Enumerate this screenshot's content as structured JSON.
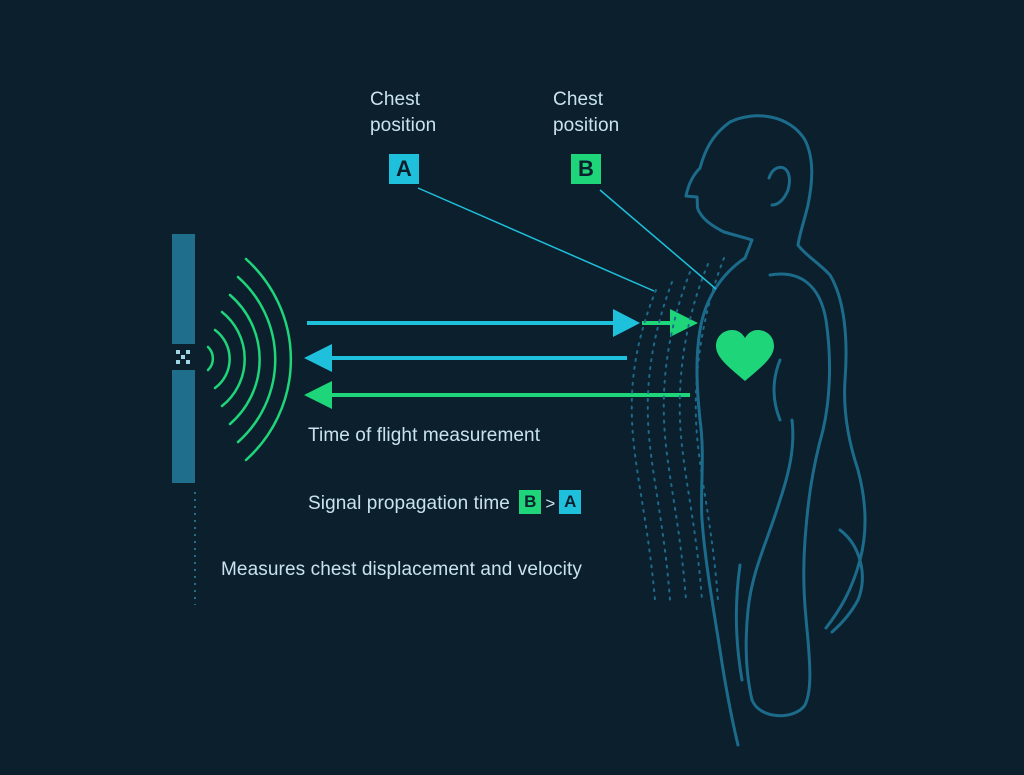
{
  "colors": {
    "background": "#0b1f2d",
    "cyan": "#1fc0dc",
    "green": "#1fd57a",
    "body_outline": "#1c6b8a",
    "sensor": "#1e6e8c",
    "text": "#c9e3ee"
  },
  "chest_a": {
    "label": "Chest position",
    "badge": "A"
  },
  "chest_b": {
    "label": "Chest position",
    "badge": "B"
  },
  "texts": {
    "tof": "Time of flight measurement",
    "propagation_prefix": "Signal propagation time",
    "badge_b": "B",
    "greater": ">",
    "badge_a": "A",
    "measures": "Measures chest displacement and velocity"
  },
  "icons": {
    "sensor": "radar-sensor-icon",
    "heart": "heart-icon",
    "waves": "signal-waves-icon"
  }
}
